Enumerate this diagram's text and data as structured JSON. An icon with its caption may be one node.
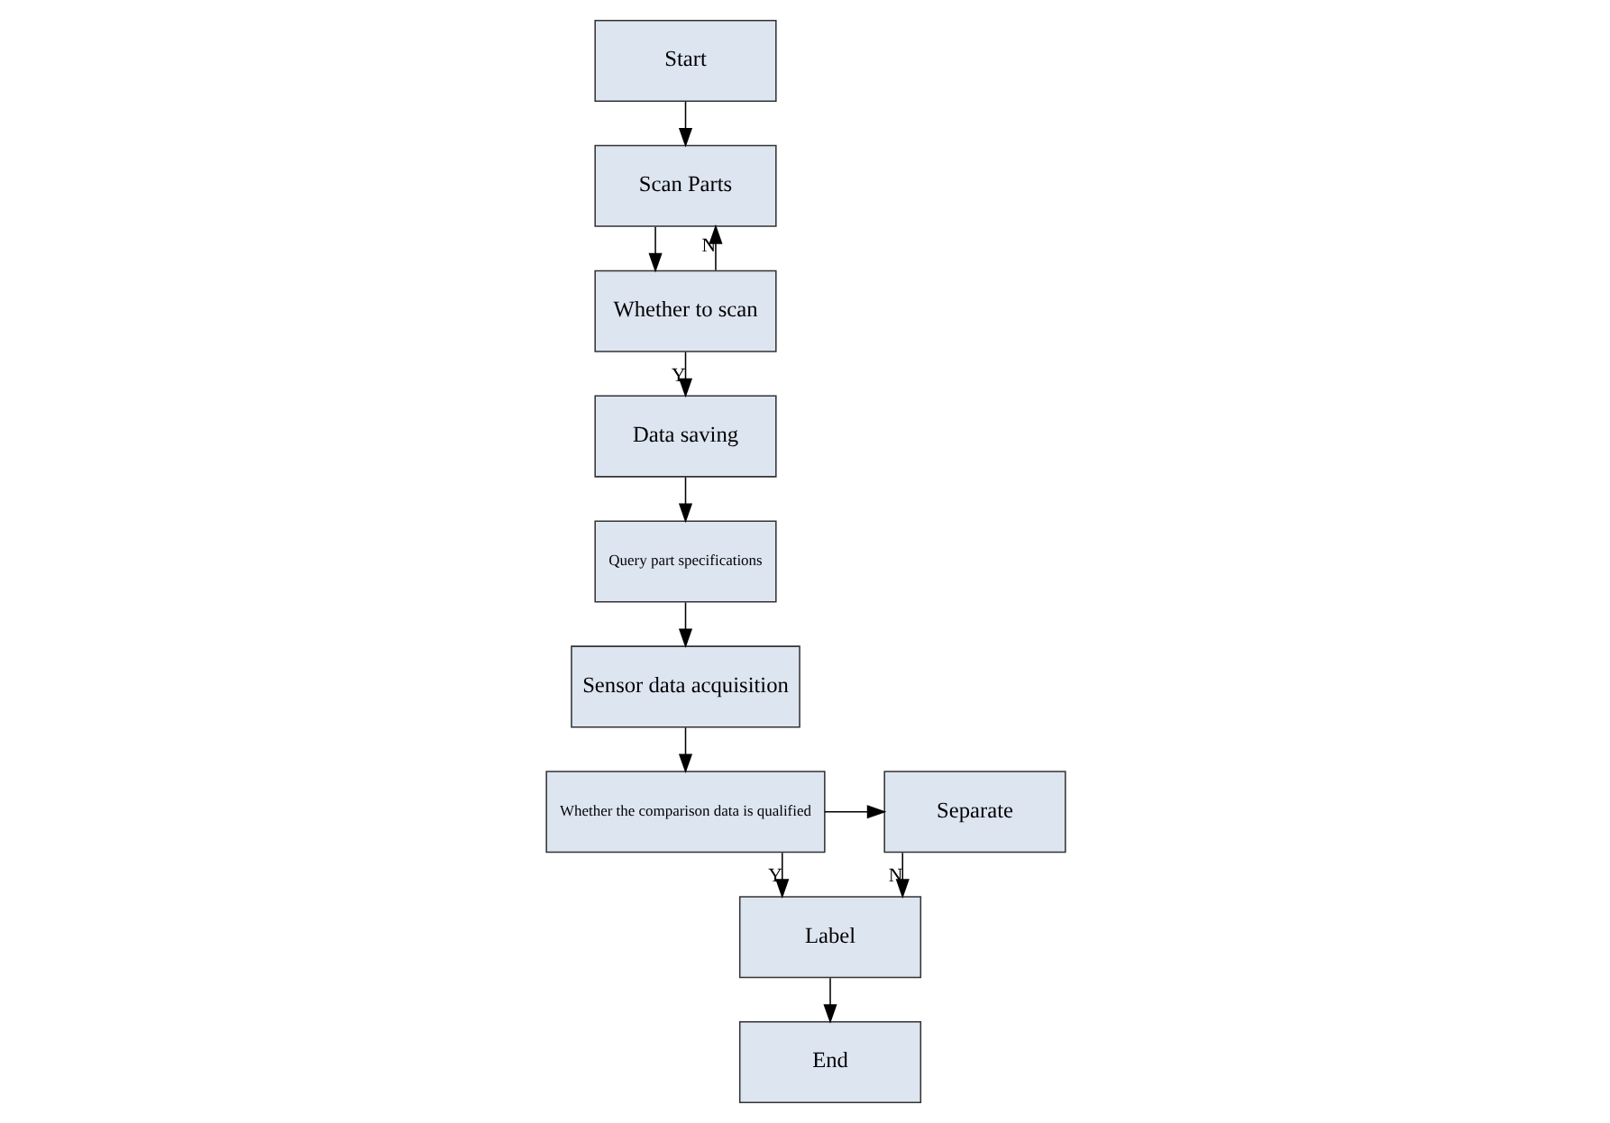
{
  "diagram": {
    "nodes": [
      {
        "text": [
          "Start"
        ]
      },
      {
        "text": [
          "Scan Parts"
        ]
      },
      {
        "text": [
          "Whether to scan"
        ]
      },
      {
        "text": [
          "Data saving"
        ]
      },
      {
        "text": [
          "Query part specifications"
        ]
      },
      {
        "text": [
          "Sensor data acquisition"
        ]
      },
      {
        "text": [
          "Whether the comparison data is qualified"
        ]
      },
      {
        "text": [
          "Separate"
        ]
      },
      {
        "text": [
          "Label"
        ]
      },
      {
        "text": [
          "End"
        ]
      }
    ],
    "edges": [
      {
        "from": 0,
        "to": 1,
        "arrow": "to"
      },
      {
        "from": 1,
        "to": 2,
        "arrow": "to"
      },
      {
        "from": 2,
        "to": 1,
        "arrow": "to",
        "label": "N"
      },
      {
        "from": 2,
        "to": 3,
        "arrow": "to",
        "label": "Y"
      },
      {
        "from": 3,
        "to": 4,
        "arrow": "to"
      },
      {
        "from": 4,
        "to": 5,
        "arrow": "to"
      },
      {
        "from": 5,
        "to": 6,
        "arrow": "to"
      },
      {
        "from": 6,
        "to": 7,
        "arrow": "to"
      },
      {
        "from": 6,
        "to": 8,
        "arrow": "to",
        "label": "Y"
      },
      {
        "from": 7,
        "to": 8,
        "arrow": "to",
        "label": "N"
      },
      {
        "from": 8,
        "to": 9,
        "arrow": "to"
      }
    ]
  }
}
